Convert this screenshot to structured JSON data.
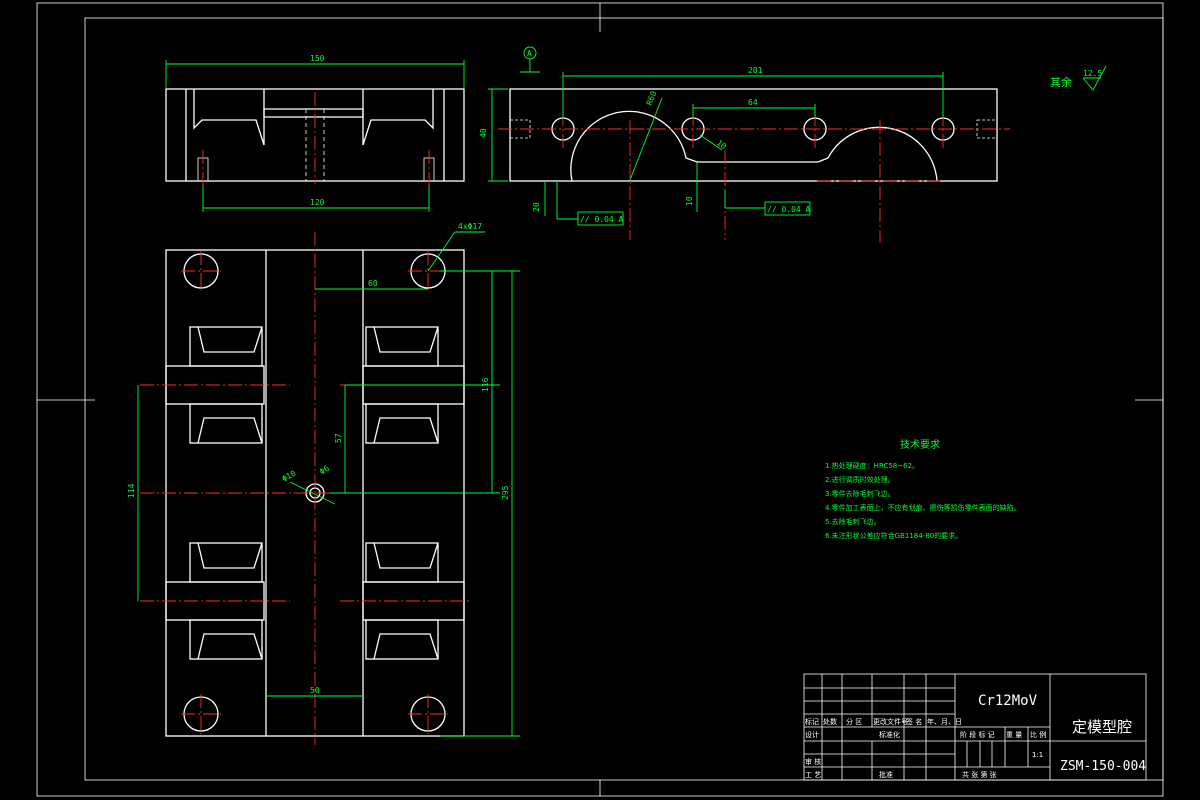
{
  "dimensions": {
    "top_width": "150",
    "top_inner": "120",
    "front_span": "201",
    "front_mid": "64",
    "front_radius": "R60",
    "front_small": "10",
    "front_height": "40",
    "front_h2": "20",
    "front_h3": "10",
    "plan_holes": "4xΦ17",
    "plan_half": "60",
    "plan_v1": "116",
    "plan_v2": "57",
    "plan_total": "295",
    "plan_left": "114",
    "plan_bottom": "50",
    "center_d1": "Φ10",
    "center_d2": "Φ6"
  },
  "tolerances": {
    "tol1": "// 0.04 A",
    "tol2": "// 0.04 A"
  },
  "datum": "A",
  "surface": {
    "label": "其余",
    "value": "12.5"
  },
  "tech_req": {
    "title": "技术要求",
    "items": [
      "1.热处理硬度：HRC58~62。",
      "2.进行调质时效处理。",
      "3.零件去除毛刺飞边。",
      "4.零件加工表面上，不应有划痕、擦伤等损伤零件表面的缺陷。",
      "5.去除毛刺飞边。",
      "6.未注形状公差应符合GB1184-80的要求。"
    ]
  },
  "title_block": {
    "material": "Cr12MoV",
    "part_name": "定模型腔",
    "drawing_no": "ZSM-150-004",
    "scale": "1:1",
    "head_row": [
      "标记",
      "处数",
      "分 区",
      "更改文件号",
      "签 名",
      "年、月、日"
    ],
    "row_design": "设计",
    "row_std": "标准化",
    "row_check": "审 核",
    "row_process": "工 艺",
    "row_approve": "批准",
    "stage_labels": [
      "阶 段 标 记",
      "重 量",
      "比 例"
    ],
    "sheet_label": "共   张 第   张"
  }
}
